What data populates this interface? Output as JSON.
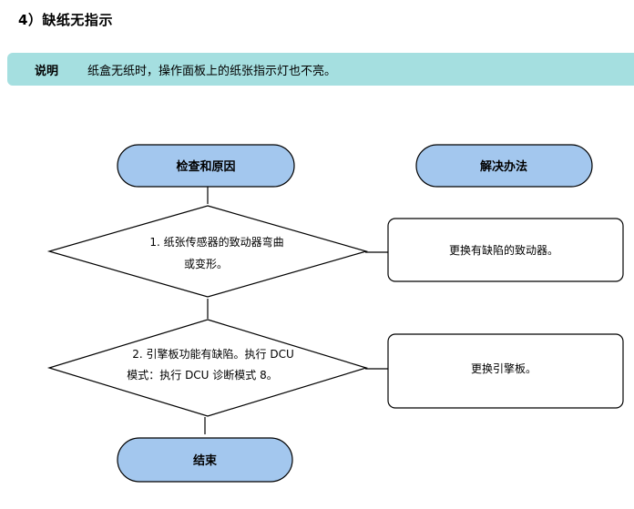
{
  "heading": "4）缺纸无指示",
  "note": {
    "label": "说明",
    "text": "纸盒无纸时，操作面板上的纸张指示灯也不亮。"
  },
  "flow": {
    "check_header": "检查和原因",
    "solution_header": "解决办法",
    "step1": {
      "line1": "1. 纸张传感器的致动器弯曲",
      "line2": "或变形。",
      "solution": "更换有缺陷的致动器。"
    },
    "step2": {
      "line1": "2. 引擎板功能有缺陷。执行 DCU",
      "line2": "模式：执行 DCU 诊断模式 8。",
      "solution": "更换引擎板。"
    },
    "end": "结束"
  },
  "colors": {
    "note_bg": "#a5dfe0",
    "terminal_fill": "#a3c7ee",
    "line": "#000000"
  }
}
